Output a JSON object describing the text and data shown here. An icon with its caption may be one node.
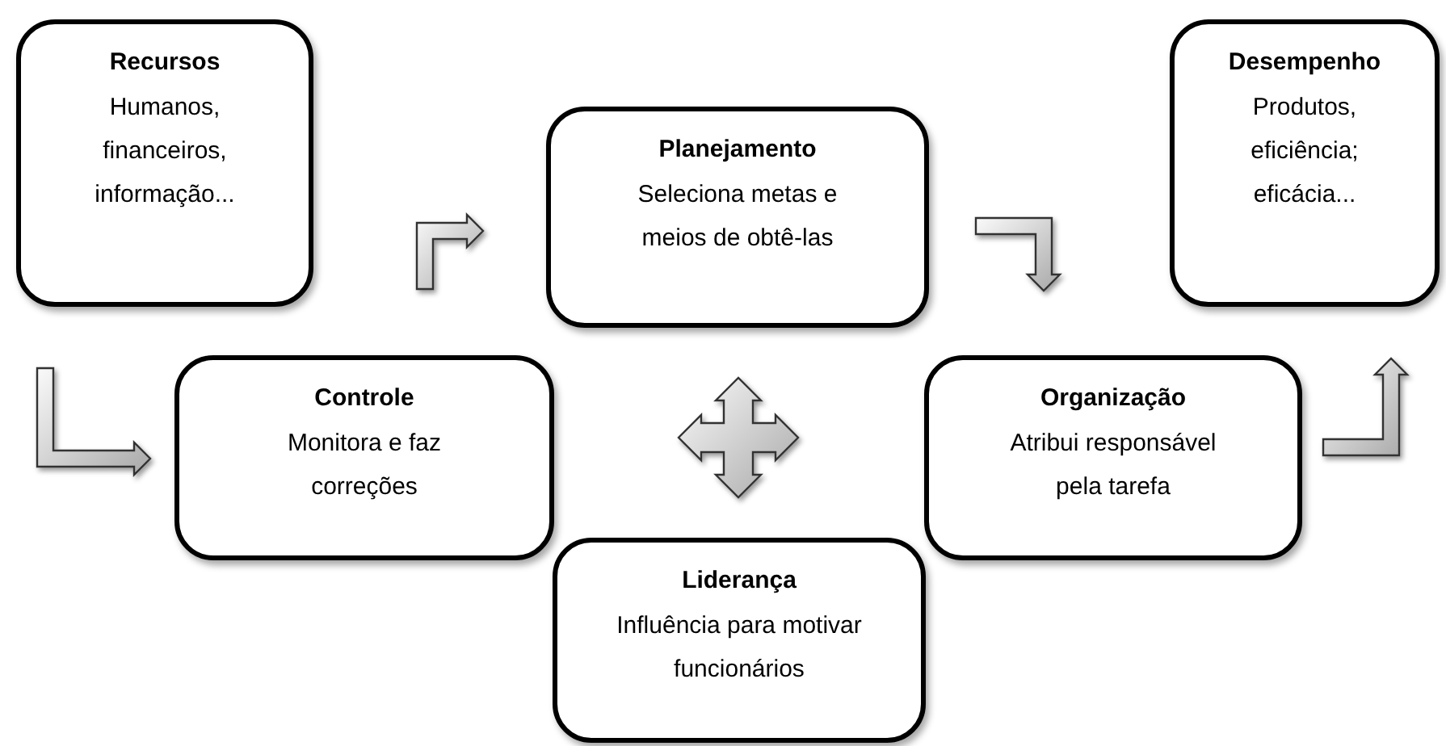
{
  "diagram": {
    "nodes": [
      {
        "text": [
          "Recursos",
          "Humanos, financeiros, informação..."
        ]
      },
      {
        "text": [
          "Planejamento",
          "Seleciona metas e meios de obtê-las"
        ]
      },
      {
        "text": [
          "Desempenho",
          "Produtos, eficiência; eficácia..."
        ]
      },
      {
        "text": [
          "Controle",
          "Monitora e faz correções"
        ]
      },
      {
        "text": [
          "Organização",
          "Atribui responsável pela tarefa"
        ]
      },
      {
        "text": [
          "Liderança",
          "Influência para motivar funcionários"
        ]
      }
    ],
    "edges": [
      {
        "from": 0,
        "to": 3,
        "arrow": "to"
      },
      {
        "from": 3,
        "to": 1,
        "arrow": "to"
      },
      {
        "from": 1,
        "to": 4,
        "arrow": "to"
      },
      {
        "from": 4,
        "to": 2,
        "arrow": "to"
      }
    ]
  }
}
